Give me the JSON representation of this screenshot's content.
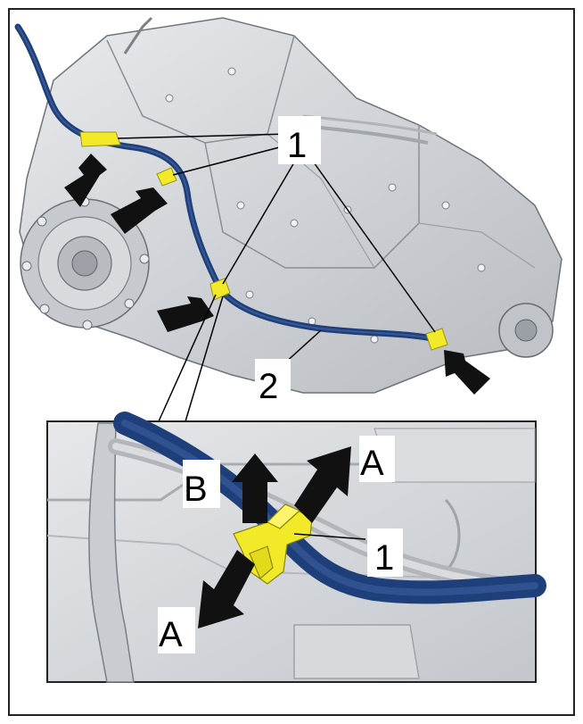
{
  "callouts": {
    "retainer_label": "1",
    "line_label": "2",
    "detail_retainer_label": "1",
    "direction_a_upper": "A",
    "direction_a_lower": "A",
    "direction_b": "B"
  },
  "colors": {
    "line": "#1f3f7a",
    "retainer": "#f2ea28",
    "arrow": "#111111",
    "frame": "#222222",
    "housing": "#d4d6d9"
  }
}
